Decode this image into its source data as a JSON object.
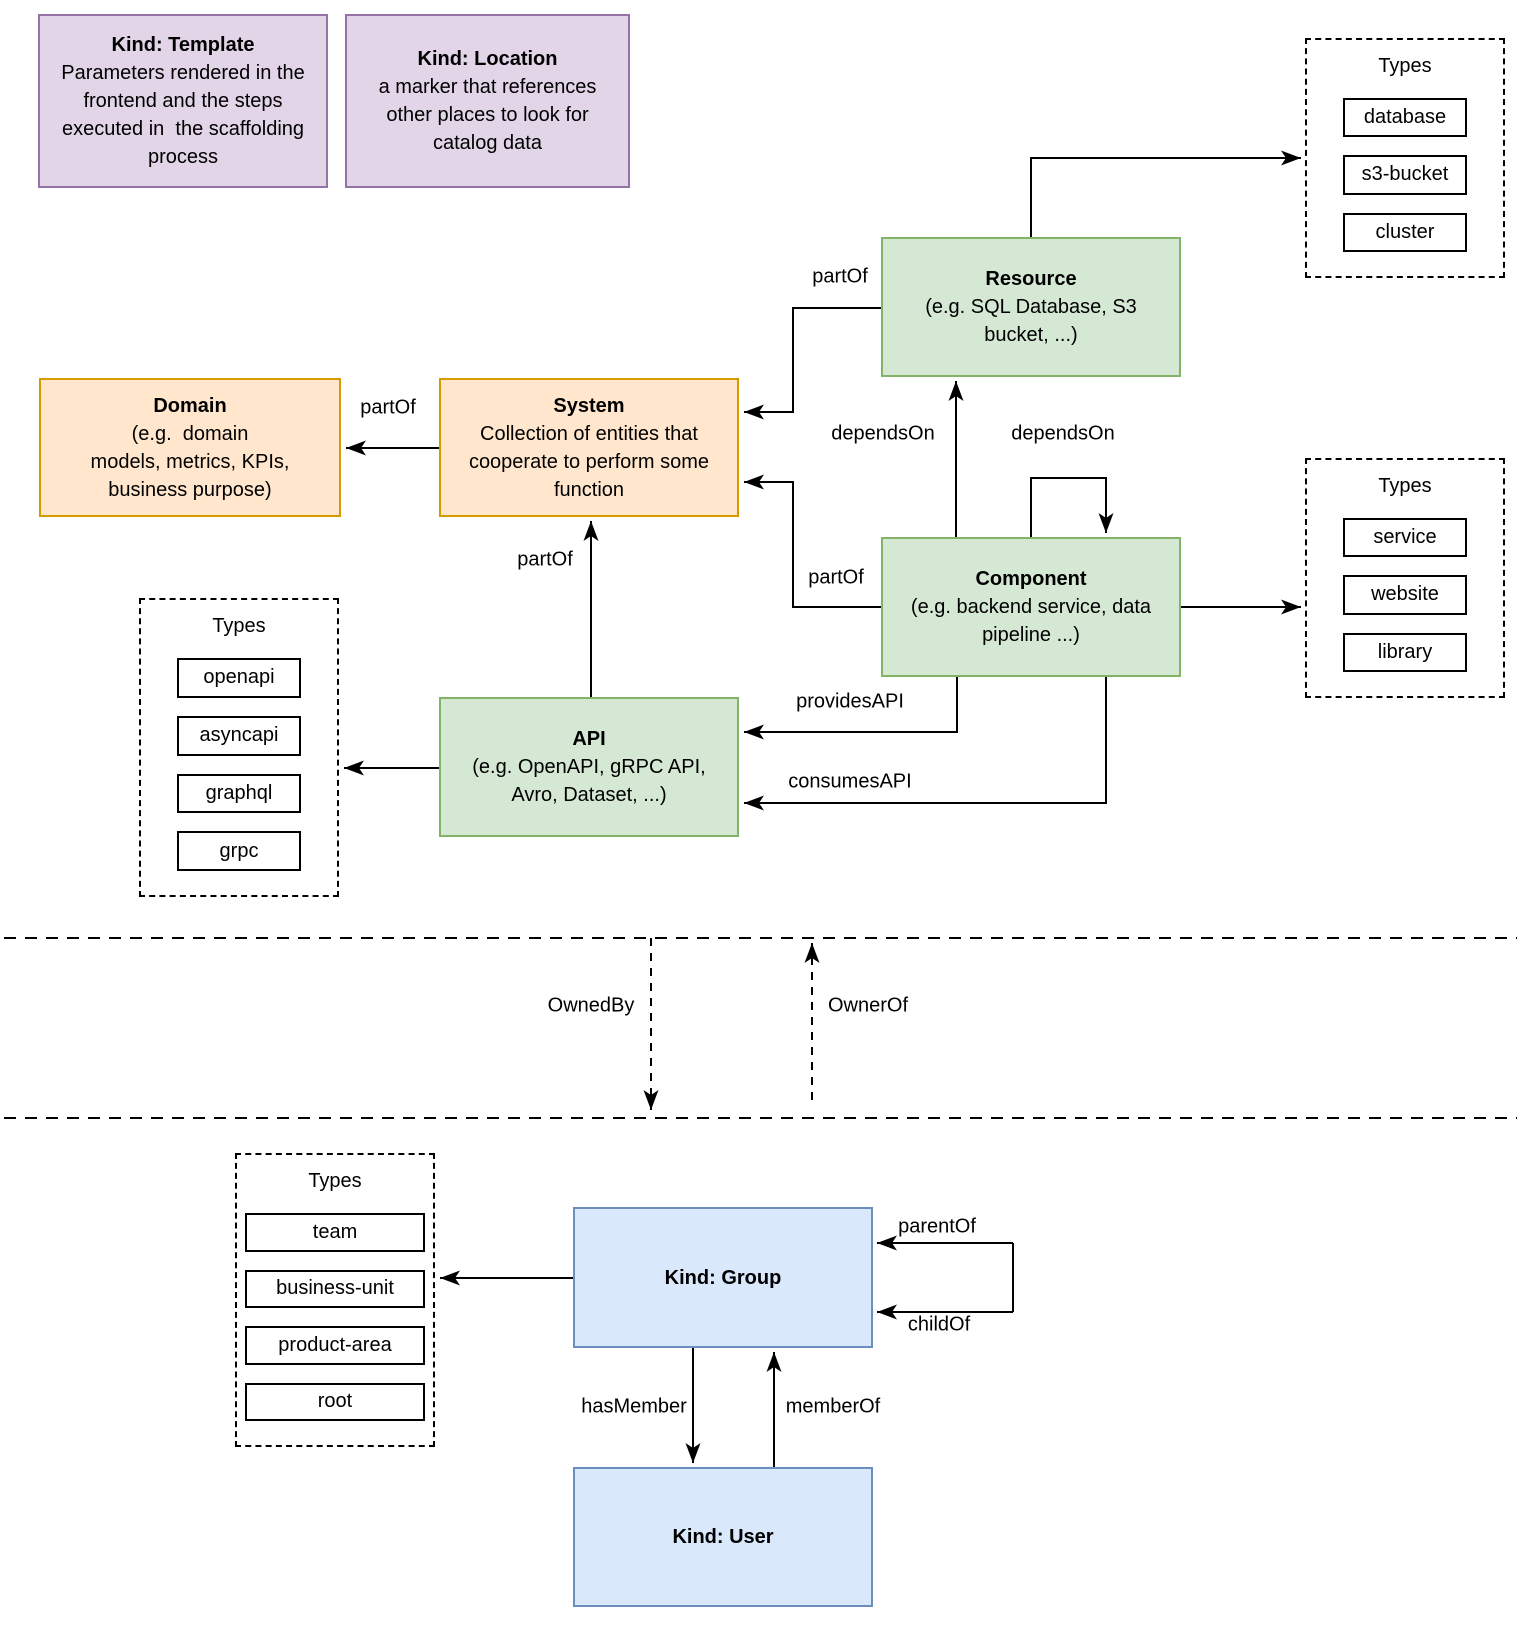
{
  "kind_boxes": [
    {
      "title": "Kind: Template",
      "desc": "Parameters rendered in the\nfrontend and the steps\nexecuted in  the scaffolding\nprocess"
    },
    {
      "title": "Kind: Location",
      "desc": "a marker that references\nother places to look for\ncatalog data"
    }
  ],
  "entities": {
    "domain": {
      "title": "Domain",
      "desc": "(e.g.  domain\nmodels, metrics, KPIs,\nbusiness purpose)"
    },
    "system": {
      "title": "System",
      "desc": "Collection of entities that\ncooperate to perform some\nfunction"
    },
    "resource": {
      "title": "Resource",
      "desc": "(e.g. SQL Database, S3\nbucket, ...)"
    },
    "component": {
      "title": "Component",
      "desc": "(e.g. backend service, data\npipeline ...)"
    },
    "api": {
      "title": "API",
      "desc": "(e.g. OpenAPI, gRPC API,\nAvro, Dataset, ...)"
    },
    "group": {
      "title": "Kind: Group"
    },
    "user": {
      "title": "Kind: User"
    }
  },
  "type_panels": {
    "resource_types": {
      "title": "Types",
      "items": [
        "database",
        "s3-bucket",
        "cluster"
      ]
    },
    "component_types": {
      "title": "Types",
      "items": [
        "service",
        "website",
        "library"
      ]
    },
    "api_types": {
      "title": "Types",
      "items": [
        "openapi",
        "asyncapi",
        "graphql",
        "grpc"
      ]
    },
    "group_types": {
      "title": "Types",
      "items": [
        "team",
        "business-unit",
        "product-area",
        "root"
      ]
    }
  },
  "edge_labels": {
    "system_domain": "partOf",
    "resource_system": "partOf",
    "component_system": "partOf",
    "api_system": "partOf",
    "component_resource": "dependsOn",
    "component_component": "dependsOn",
    "provides_api": "providesAPI",
    "consumes_api": "consumesAPI",
    "owned_by": "OwnedBy",
    "owner_of": "OwnerOf",
    "parent_of": "parentOf",
    "child_of": "childOf",
    "has_member": "hasMember",
    "member_of": "memberOf"
  },
  "colors": {
    "kind_fill": "#e1d5e7",
    "kind_stroke": "#9673a6",
    "domain_fill": "#ffe6cc",
    "domain_stroke": "#d79b00",
    "entity_fill": "#d5e8d4",
    "entity_stroke": "#82b366",
    "identity_fill": "#dae8fc",
    "identity_stroke": "#6c8ebf",
    "line": "#000000"
  }
}
